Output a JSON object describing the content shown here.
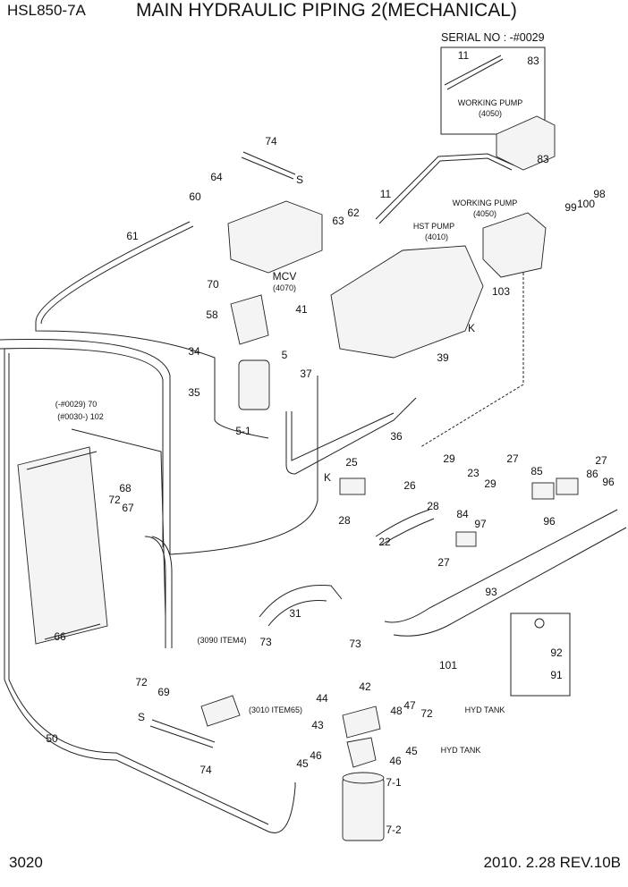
{
  "header": {
    "model": "HSL850-7A",
    "title": "MAIN HYDRAULIC PIPING 2(MECHANICAL)",
    "serial_note": "SERIAL NO : -#0029"
  },
  "footer": {
    "page_number": "3020",
    "revision": "2010. 2.28  REV.10B"
  },
  "callouts": [
    "11",
    "83",
    "WORKING PUMP",
    "(4050)",
    "83",
    "74",
    "S",
    "64",
    "60",
    "11",
    "62",
    "63",
    "98",
    "99",
    "100",
    "WORKING PUMP",
    "(4050)",
    "HST PUMP",
    "(4010)",
    "61",
    "MCV",
    "(4070)",
    "103",
    "70",
    "58",
    "41",
    "K",
    "34",
    "5",
    "39",
    "37",
    "35",
    "5-1",
    "36",
    "(-#0029) 70",
    "(#0030-) 102",
    "25",
    "K",
    "29",
    "23",
    "27",
    "27",
    "85",
    "86",
    "96",
    "26",
    "29",
    "68",
    "72",
    "67",
    "28",
    "84",
    "97",
    "28",
    "96",
    "22",
    "27",
    "93",
    "31",
    "66",
    "(3090 ITEM4)",
    "73",
    "73",
    "92",
    "91",
    "101",
    "HYD TANK",
    "72",
    "69",
    "44",
    "42",
    "48",
    "47",
    "72",
    "43",
    "(3010 ITEM65)",
    "S",
    "HYD TANK",
    "45",
    "46",
    "46",
    "45",
    "7-1",
    "74",
    "50",
    "7-2"
  ]
}
